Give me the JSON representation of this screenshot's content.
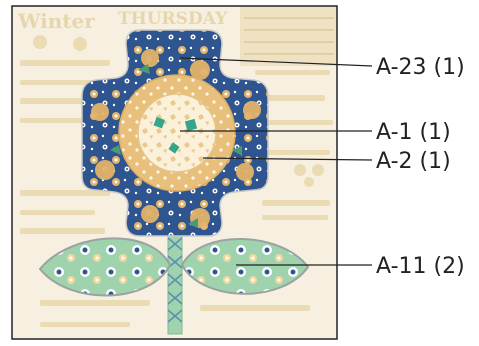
{
  "block": {
    "background_words": [
      "Winter",
      "THURSDAY"
    ],
    "colors": {
      "background": "#f7f0e0",
      "print": "#eadbb3",
      "navy": "#2f5590",
      "tan": "#e3b36a",
      "green": "#8fcca1",
      "dark_green": "#4a9a74",
      "leaf_outline": "#9aa3a0",
      "border": "#222222",
      "callout": "#222222"
    }
  },
  "callouts": [
    {
      "id": "petal",
      "label": "A-23 (1)"
    },
    {
      "id": "center",
      "label": "A-1 (1)"
    },
    {
      "id": "ring",
      "label": "A-2 (1)"
    },
    {
      "id": "leaf",
      "label": "A-11 (2)"
    }
  ]
}
